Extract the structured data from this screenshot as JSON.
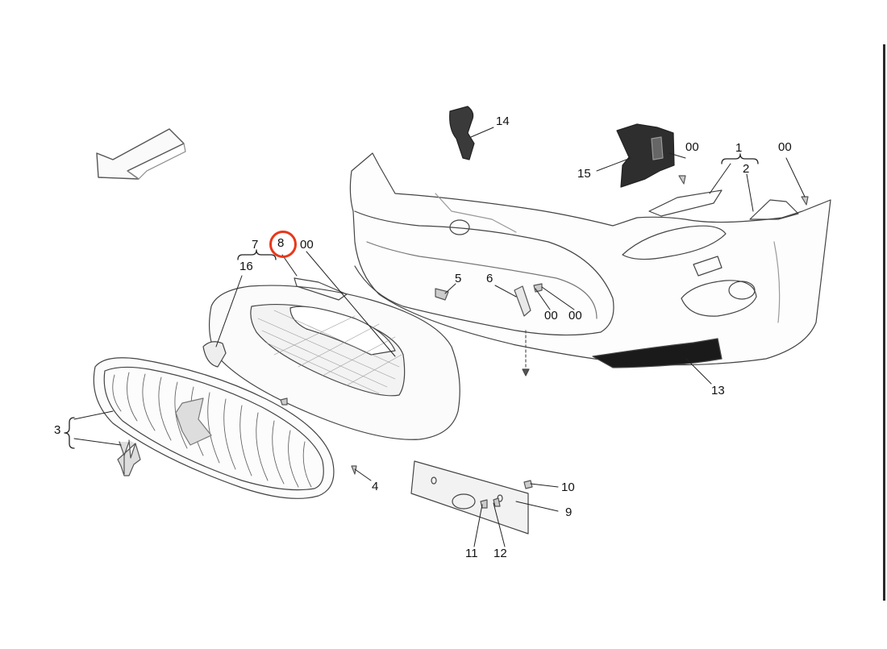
{
  "diagram": {
    "labels": {
      "p1": "1",
      "p2": "2",
      "p3": "3",
      "p4": "4",
      "p5": "5",
      "p6": "6",
      "p7": "7",
      "p8": "8",
      "p9": "9",
      "p10": "10",
      "p11": "11",
      "p12": "12",
      "p13": "13",
      "p14": "14",
      "p15": "15",
      "p16": "16",
      "code_a": "00",
      "code_b": "00",
      "code_c": "00",
      "code_d": "00",
      "code_e": "00"
    },
    "highlight_color": "#e8381a",
    "highlighted_part": "8",
    "line_color": "#333333"
  }
}
